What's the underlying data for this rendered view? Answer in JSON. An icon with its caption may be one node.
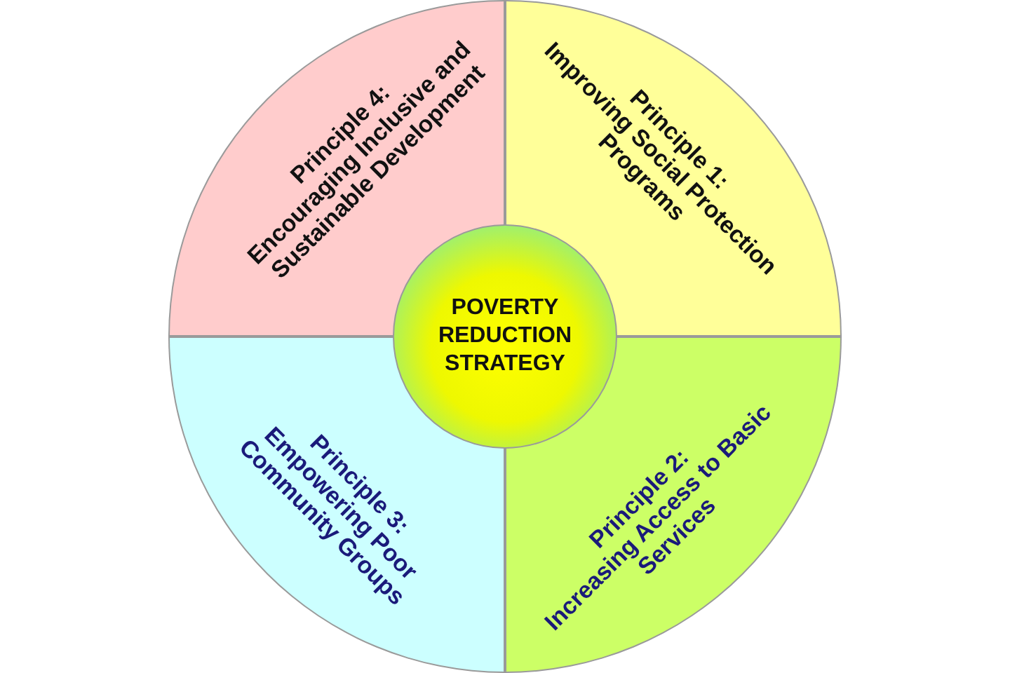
{
  "diagram": {
    "nodes": [
      {
        "text": [
          "Principle 4:",
          "Encouraging Inclusive and Sustainable Development"
        ]
      },
      {
        "text": [
          "Principle 1:",
          "Improving Social Protection Programs"
        ]
      },
      {
        "text": [
          "POVERTY REDUCTION STRATEGY"
        ]
      },
      {
        "text": [
          "Principle 3:",
          "Empowering Poor Community Groups"
        ]
      },
      {
        "text": [
          "Principle 2:",
          "Increasing Access to Basic Services"
        ]
      }
    ]
  }
}
